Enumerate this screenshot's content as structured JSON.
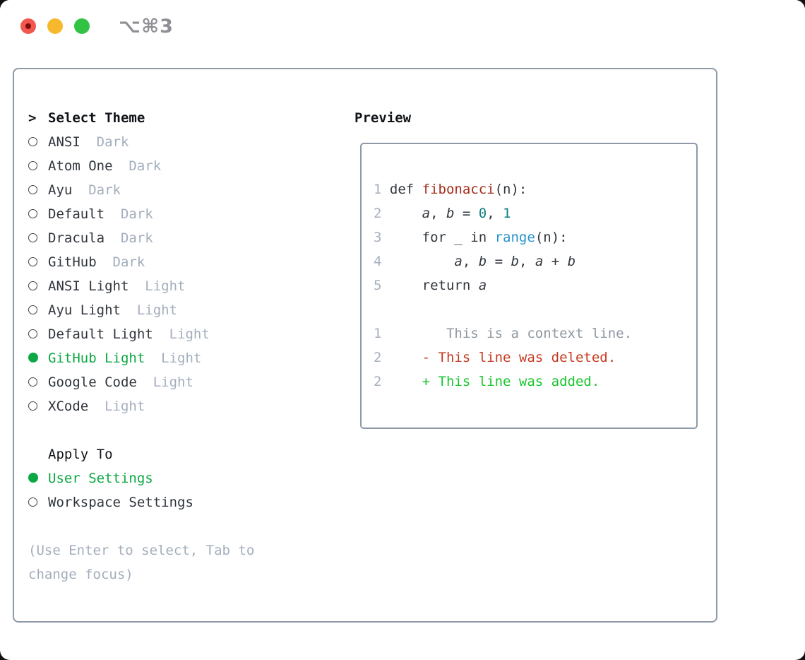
{
  "window": {
    "title": "⌥⌘3"
  },
  "titlebar_buttons": {
    "close_color": "#f1564f",
    "minimize_color": "#f6b92d",
    "zoom_color": "#32c345"
  },
  "colors": {
    "selected_green": "#0ca843",
    "added_green": "#19c52f",
    "deleted_red": "#c63a21",
    "function_red": "#a52c1c",
    "number_teal": "#0b7d84",
    "call_blue": "#2693ce",
    "text_dark": "#30363d",
    "muted_gray": "#a3aebc",
    "context_gray": "#8f98a1",
    "border_gray": "#8e99a6"
  },
  "theme_picker": {
    "prompt": ">",
    "header": "Select Theme",
    "items": [
      {
        "name": "ANSI",
        "variant": "Dark",
        "selected": false
      },
      {
        "name": "Atom One",
        "variant": "Dark",
        "selected": false
      },
      {
        "name": "Ayu",
        "variant": "Dark",
        "selected": false
      },
      {
        "name": "Default",
        "variant": "Dark",
        "selected": false
      },
      {
        "name": "Dracula",
        "variant": "Dark",
        "selected": false
      },
      {
        "name": "GitHub",
        "variant": "Dark",
        "selected": false
      },
      {
        "name": "ANSI Light",
        "variant": "Light",
        "selected": false
      },
      {
        "name": "Ayu Light",
        "variant": "Light",
        "selected": false
      },
      {
        "name": "Default Light",
        "variant": "Light",
        "selected": false
      },
      {
        "name": "GitHub Light",
        "variant": "Light",
        "selected": true
      },
      {
        "name": "Google Code",
        "variant": "Light",
        "selected": false
      },
      {
        "name": "XCode",
        "variant": "Light",
        "selected": false
      }
    ]
  },
  "apply_to": {
    "header": "Apply To",
    "options": [
      {
        "label": "User Settings",
        "selected": true
      },
      {
        "label": "Workspace Settings",
        "selected": false
      }
    ]
  },
  "hint": "(Use Enter to select, Tab to change focus)",
  "preview": {
    "header": "Preview",
    "lines": [
      {
        "num": "1",
        "segs": [
          [
            "plain",
            "def "
          ],
          [
            "func",
            "fibonacci"
          ],
          [
            "plain",
            "(n):"
          ]
        ]
      },
      {
        "num": "2",
        "segs": [
          [
            "plain",
            "    "
          ],
          [
            "var",
            "a"
          ],
          [
            "plain",
            ", "
          ],
          [
            "var",
            "b"
          ],
          [
            "plain",
            " = "
          ],
          [
            "num",
            "0"
          ],
          [
            "plain",
            ", "
          ],
          [
            "num",
            "1"
          ]
        ]
      },
      {
        "num": "3",
        "segs": [
          [
            "plain",
            "    for _ in "
          ],
          [
            "call",
            "range"
          ],
          [
            "plain",
            "(n):"
          ]
        ]
      },
      {
        "num": "4",
        "segs": [
          [
            "plain",
            "        "
          ],
          [
            "var",
            "a"
          ],
          [
            "plain",
            ", "
          ],
          [
            "var",
            "b"
          ],
          [
            "plain",
            " = "
          ],
          [
            "var",
            "b"
          ],
          [
            "plain",
            ", "
          ],
          [
            "var",
            "a"
          ],
          [
            "plain",
            " + "
          ],
          [
            "var",
            "b"
          ]
        ]
      },
      {
        "num": "5",
        "segs": [
          [
            "plain",
            "    return "
          ],
          [
            "var",
            "a"
          ]
        ]
      },
      {
        "num": "",
        "segs": []
      },
      {
        "num": "1",
        "segs": [
          [
            "ctx",
            "       This is a context line."
          ]
        ]
      },
      {
        "num": "2",
        "segs": [
          [
            "del",
            "    - This line was deleted."
          ]
        ]
      },
      {
        "num": "2",
        "segs": [
          [
            "add",
            "    + This line was added."
          ]
        ]
      }
    ]
  }
}
